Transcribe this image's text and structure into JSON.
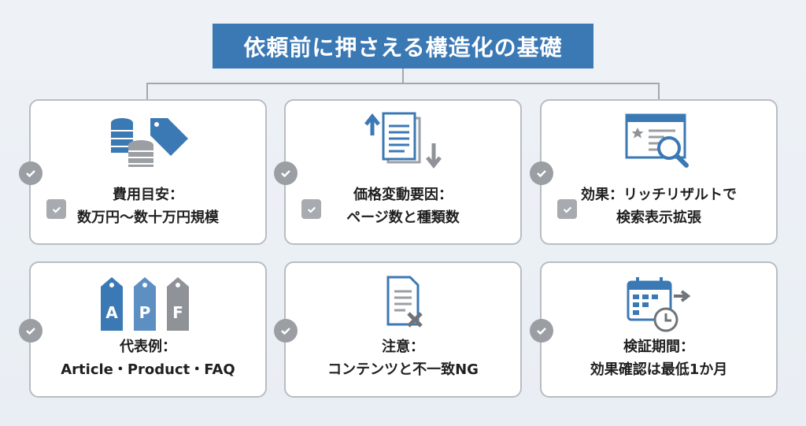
{
  "title": "依頼前に押さえる構造化の基礎",
  "cards": [
    {
      "line1": "費用目安：",
      "line2": "数万円〜数十万円規模",
      "icon": "coins-tag-icon"
    },
    {
      "line1": "価格変動要因：",
      "line2": "ページ数と種類数",
      "icon": "documents-up-down-icon"
    },
    {
      "line1": "効果：リッチリザルトで",
      "line2": "検索表示拡張",
      "icon": "browser-search-icon"
    },
    {
      "line1": "代表例：",
      "line2": "Article・Product・FAQ",
      "icon": "tags-icon",
      "tags": [
        "A",
        "P",
        "F"
      ]
    },
    {
      "line1": "注意：",
      "line2": "コンテンツと不一致NG",
      "icon": "document-x-icon"
    },
    {
      "line1": "検証期間：",
      "line2": "効果確認は最低1か月",
      "icon": "calendar-clock-icon"
    }
  ],
  "colors": {
    "accent": "#3b79b5",
    "gray": "#9b9ea2"
  }
}
